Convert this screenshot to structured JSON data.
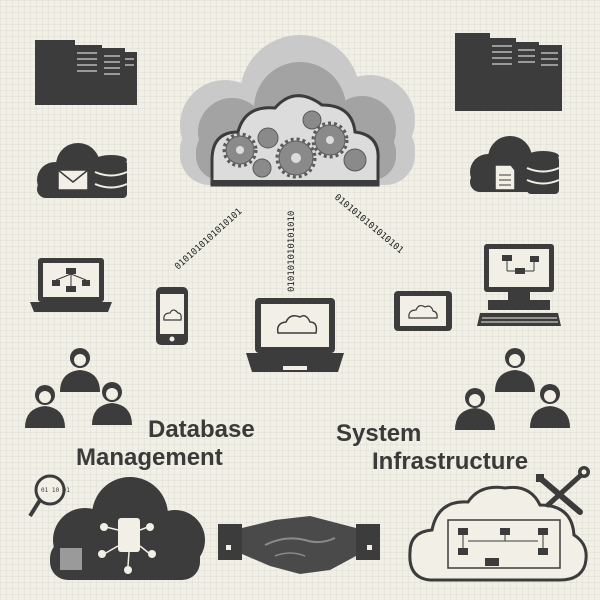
{
  "labels": {
    "database_line1": "Database",
    "database_line2": "Management",
    "system_line1": "System",
    "system_line2": "Infrastructure"
  },
  "binary": {
    "left": "0101010101010101",
    "center": "010101010101010",
    "right": "0101010101010101",
    "magnifier": "01 10 01"
  },
  "colors": {
    "background": "#f1efe6",
    "icon_dark": "#3c3c3c",
    "cloud_light": "#c9c9c9",
    "cloud_mid": "#9a9a9a",
    "text": "#3a3a3a"
  },
  "icons": [
    "server-rack-icon",
    "cloud-email-icon",
    "cloud-document-database-icon",
    "laptop-network-icon",
    "smartphone-cloud-icon",
    "laptop-cloud-icon",
    "tablet-cloud-icon",
    "desktop-computer-icon",
    "people-group-icon",
    "cloud-database-network-icon",
    "handshake-icon",
    "cloud-infrastructure-icon",
    "wrench-screwdriver-icon",
    "magnifier-binary-icon",
    "cloud-gears-icon"
  ]
}
